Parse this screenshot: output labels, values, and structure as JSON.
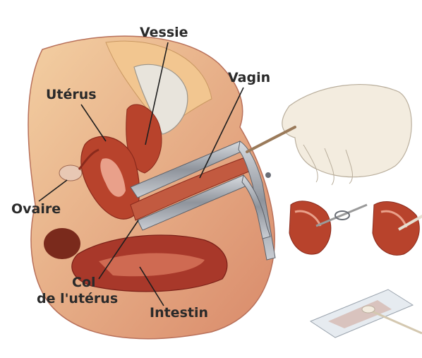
{
  "labels": {
    "vessie": "Vessie",
    "vagin": "Vagin",
    "uterus": "Utérus",
    "ovaire": "Ovaire",
    "col_line1": "Col",
    "col_line2": "de l'utérus",
    "intestin": "Intestin"
  },
  "colors": {
    "background": "#ffffff",
    "body_skin": "#d98a6a",
    "body_light": "#f2c690",
    "tissue_red": "#b8432c",
    "tissue_dark": "#8a2a1c",
    "bladder": "#e8e4dc",
    "speculum_metal": "#8f949c",
    "glove": "#f3ecdf",
    "label_text": "#2a2a2a"
  }
}
